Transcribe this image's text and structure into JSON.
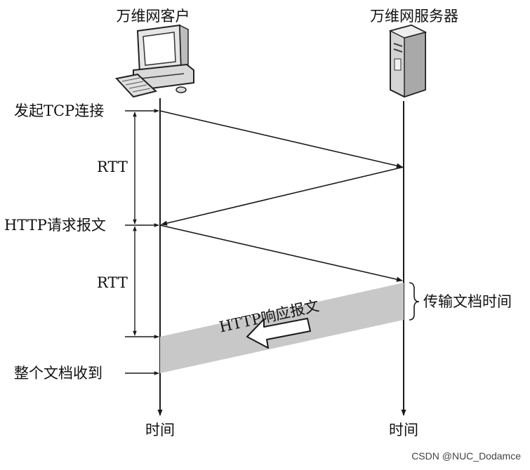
{
  "client": {
    "title": "万维网客户",
    "timeline_label": "时间"
  },
  "server": {
    "title": "万维网服务器",
    "timeline_label": "时间"
  },
  "events": {
    "tcp_connect": "发起TCP连接",
    "http_request": "HTTP请求报文",
    "document_received": "整个文档收到"
  },
  "intervals": {
    "rtt_first": "RTT",
    "rtt_second": "RTT"
  },
  "response": {
    "label": "HTTP响应报文"
  },
  "transfer": {
    "label": "传输文档时间"
  },
  "watermark": "CSDN @NUC_Dodamce",
  "colors": {
    "line": "#1a1a1a",
    "band": "#c8c8c8",
    "text": "#111111"
  }
}
